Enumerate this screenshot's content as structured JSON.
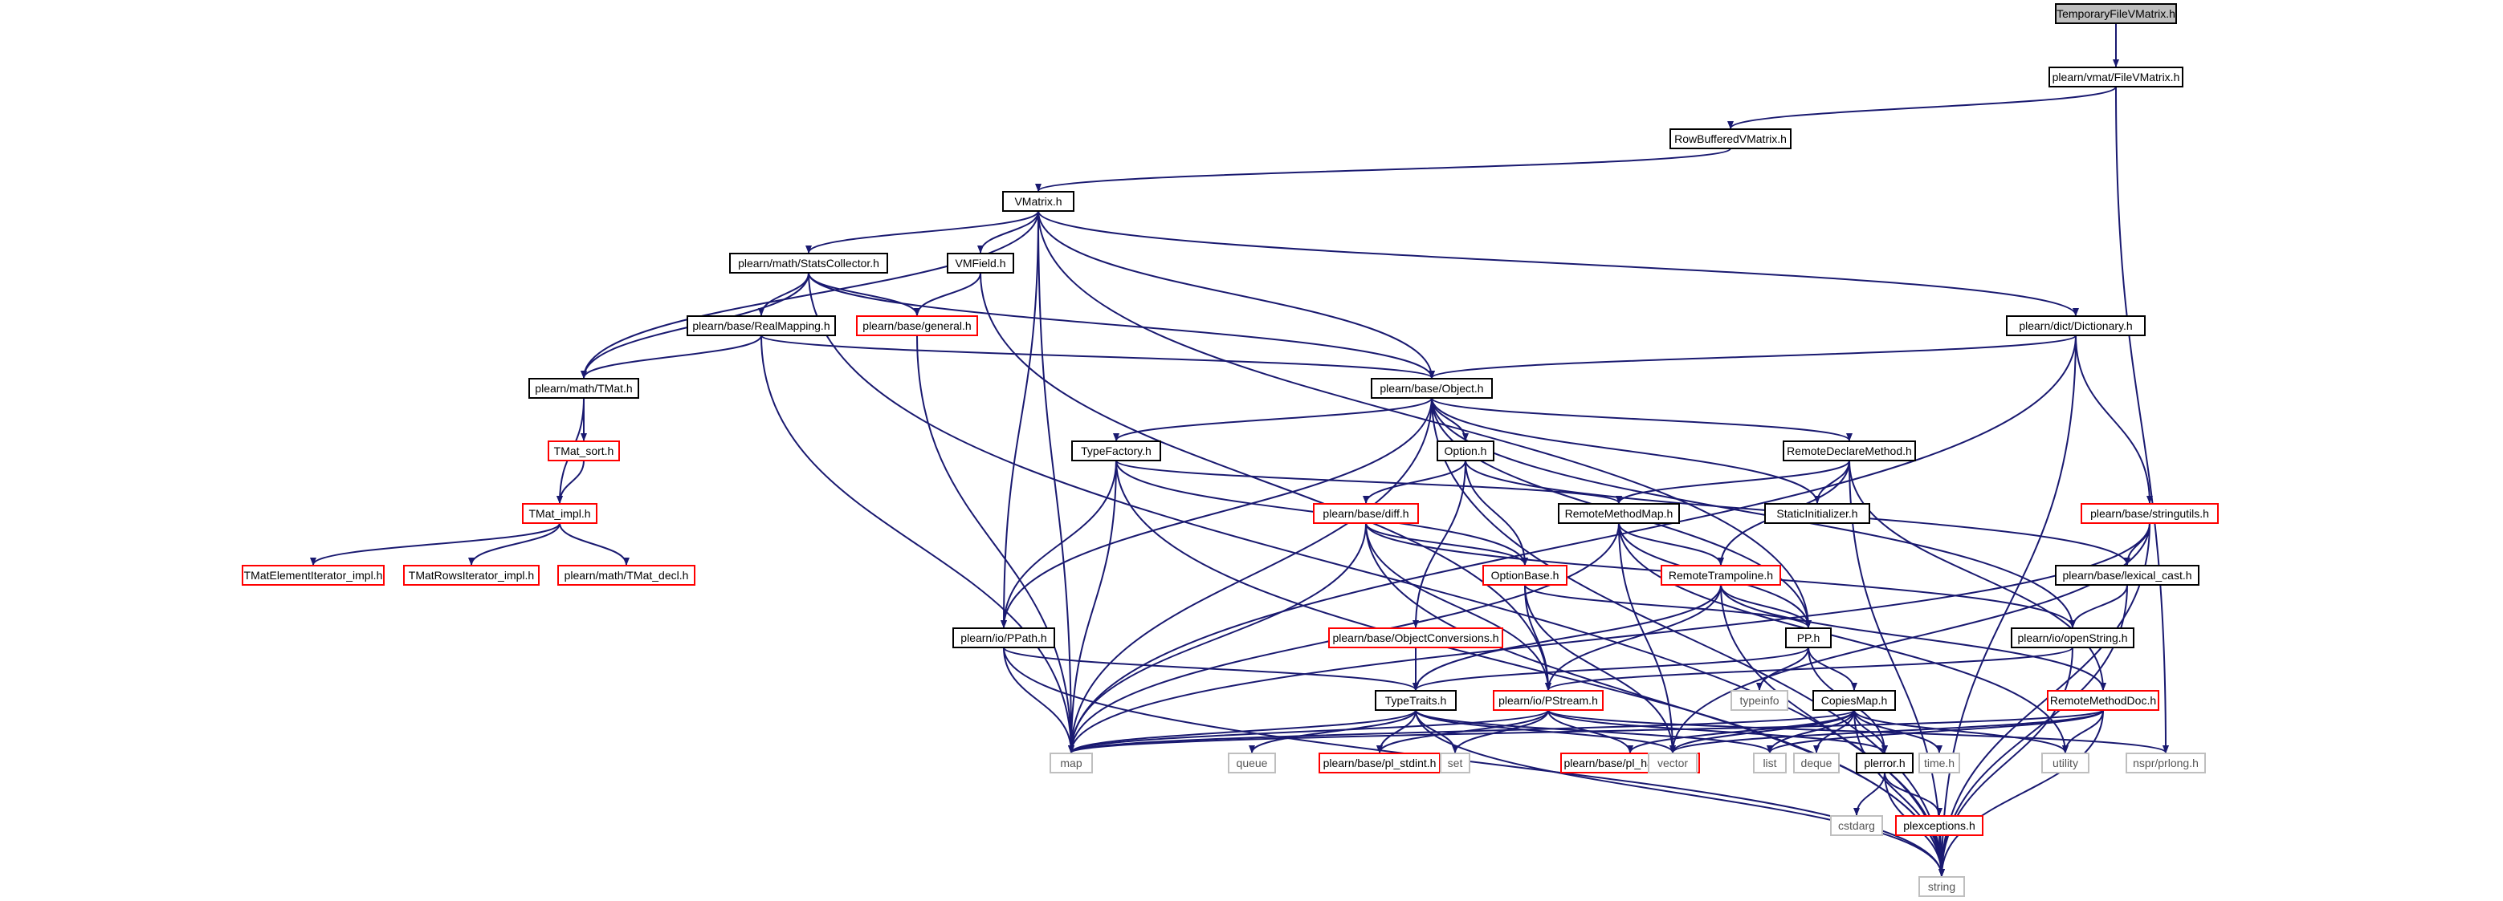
{
  "colors": {
    "edge": "#191970",
    "default_border": "#000000",
    "missing_border": "#ff0000",
    "system_border": "#bfbfbf",
    "root_fill": "#bfbfbf",
    "fill": "#ffffff",
    "text": "#000000",
    "system_text": "#555555"
  },
  "nodes": [
    {
      "id": "TemporaryFileVMatrix",
      "label": "TemporaryFileVMatrix.h",
      "kind": "root"
    },
    {
      "id": "FileVMatrix",
      "label": "plearn/vmat/FileVMatrix.h",
      "kind": "default"
    },
    {
      "id": "RowBufferedVMatrix",
      "label": "RowBufferedVMatrix.h",
      "kind": "default"
    },
    {
      "id": "VMatrix",
      "label": "VMatrix.h",
      "kind": "default"
    },
    {
      "id": "StatsCollector",
      "label": "plearn/math/StatsCollector.h",
      "kind": "default"
    },
    {
      "id": "VMField",
      "label": "VMField.h",
      "kind": "default"
    },
    {
      "id": "Dictionary",
      "label": "plearn/dict/Dictionary.h",
      "kind": "default"
    },
    {
      "id": "RealMapping",
      "label": "plearn/base/RealMapping.h",
      "kind": "default"
    },
    {
      "id": "general",
      "label": "plearn/base/general.h",
      "kind": "missing"
    },
    {
      "id": "TMat",
      "label": "plearn/math/TMat.h",
      "kind": "default"
    },
    {
      "id": "Object",
      "label": "plearn/base/Object.h",
      "kind": "default"
    },
    {
      "id": "TMat_sort",
      "label": "TMat_sort.h",
      "kind": "missing"
    },
    {
      "id": "TypeFactory",
      "label": "TypeFactory.h",
      "kind": "default"
    },
    {
      "id": "Option",
      "label": "Option.h",
      "kind": "default"
    },
    {
      "id": "RemoteDeclareMethod",
      "label": "RemoteDeclareMethod.h",
      "kind": "default"
    },
    {
      "id": "TMat_impl",
      "label": "TMat_impl.h",
      "kind": "missing"
    },
    {
      "id": "diff",
      "label": "plearn/base/diff.h",
      "kind": "missing"
    },
    {
      "id": "RemoteMethodMap",
      "label": "RemoteMethodMap.h",
      "kind": "default"
    },
    {
      "id": "StaticInitializer",
      "label": "StaticInitializer.h",
      "kind": "default"
    },
    {
      "id": "stringutils",
      "label": "plearn/base/stringutils.h",
      "kind": "missing"
    },
    {
      "id": "TMatElementIterator",
      "label": "TMatElementIterator_impl.h",
      "kind": "missing"
    },
    {
      "id": "TMatRowsIterator",
      "label": "TMatRowsIterator_impl.h",
      "kind": "missing"
    },
    {
      "id": "TMat_decl",
      "label": "plearn/math/TMat_decl.h",
      "kind": "missing"
    },
    {
      "id": "OptionBase",
      "label": "OptionBase.h",
      "kind": "missing"
    },
    {
      "id": "RemoteTrampoline",
      "label": "RemoteTrampoline.h",
      "kind": "missing"
    },
    {
      "id": "lexical_cast",
      "label": "plearn/base/lexical_cast.h",
      "kind": "default"
    },
    {
      "id": "PPath",
      "label": "plearn/io/PPath.h",
      "kind": "default"
    },
    {
      "id": "ObjectConversions",
      "label": "plearn/base/ObjectConversions.h",
      "kind": "missing"
    },
    {
      "id": "PP",
      "label": "PP.h",
      "kind": "default"
    },
    {
      "id": "openString",
      "label": "plearn/io/openString.h",
      "kind": "default"
    },
    {
      "id": "TypeTraits",
      "label": "TypeTraits.h",
      "kind": "default"
    },
    {
      "id": "PStream",
      "label": "plearn/io/PStream.h",
      "kind": "missing"
    },
    {
      "id": "typeinfo",
      "label": "typeinfo",
      "kind": "system"
    },
    {
      "id": "CopiesMap",
      "label": "CopiesMap.h",
      "kind": "default"
    },
    {
      "id": "RemoteMethodDoc",
      "label": "RemoteMethodDoc.h",
      "kind": "missing"
    },
    {
      "id": "map",
      "label": "map",
      "kind": "system"
    },
    {
      "id": "queue",
      "label": "queue",
      "kind": "system"
    },
    {
      "id": "pl_stdint",
      "label": "plearn/base/pl_stdint.h",
      "kind": "missing"
    },
    {
      "id": "set",
      "label": "set",
      "kind": "system"
    },
    {
      "id": "pl_hash_fun",
      "label": "plearn/base/pl_hash_fun.h",
      "kind": "missing"
    },
    {
      "id": "vector",
      "label": "vector",
      "kind": "system"
    },
    {
      "id": "list",
      "label": "list",
      "kind": "system"
    },
    {
      "id": "deque",
      "label": "deque",
      "kind": "system"
    },
    {
      "id": "plerror",
      "label": "plerror.h",
      "kind": "default"
    },
    {
      "id": "time",
      "label": "time.h",
      "kind": "system"
    },
    {
      "id": "utility",
      "label": "utility",
      "kind": "system"
    },
    {
      "id": "nspr",
      "label": "nspr/prlong.h",
      "kind": "system"
    },
    {
      "id": "cstdarg",
      "label": "cstdarg",
      "kind": "system"
    },
    {
      "id": "plexceptions",
      "label": "plexceptions.h",
      "kind": "missing"
    },
    {
      "id": "string",
      "label": "string",
      "kind": "system"
    }
  ],
  "edges": [
    [
      "TemporaryFileVMatrix",
      "FileVMatrix"
    ],
    [
      "FileVMatrix",
      "RowBufferedVMatrix"
    ],
    [
      "FileVMatrix",
      "nspr"
    ],
    [
      "RowBufferedVMatrix",
      "VMatrix"
    ],
    [
      "VMatrix",
      "StatsCollector"
    ],
    [
      "VMatrix",
      "VMField"
    ],
    [
      "VMatrix",
      "Dictionary"
    ],
    [
      "VMatrix",
      "TMat"
    ],
    [
      "VMatrix",
      "Object"
    ],
    [
      "VMatrix",
      "PPath"
    ],
    [
      "VMatrix",
      "PP"
    ],
    [
      "VMatrix",
      "map"
    ],
    [
      "StatsCollector",
      "RealMapping"
    ],
    [
      "StatsCollector",
      "general"
    ],
    [
      "StatsCollector",
      "TMat"
    ],
    [
      "StatsCollector",
      "Object"
    ],
    [
      "StatsCollector",
      "string"
    ],
    [
      "VMField",
      "general"
    ],
    [
      "VMField",
      "PStream"
    ],
    [
      "Dictionary",
      "Object"
    ],
    [
      "Dictionary",
      "stringutils"
    ],
    [
      "Dictionary",
      "map"
    ],
    [
      "Dictionary",
      "string"
    ],
    [
      "RealMapping",
      "TMat"
    ],
    [
      "RealMapping",
      "Object"
    ],
    [
      "RealMapping",
      "map"
    ],
    [
      "general",
      "map"
    ],
    [
      "TMat",
      "TMat_sort"
    ],
    [
      "TMat",
      "TMat_impl"
    ],
    [
      "TMat_sort",
      "TMat_impl"
    ],
    [
      "TMat_impl",
      "TMatElementIterator"
    ],
    [
      "TMat_impl",
      "TMatRowsIterator"
    ],
    [
      "TMat_impl",
      "TMat_decl"
    ],
    [
      "Object",
      "TypeFactory"
    ],
    [
      "Object",
      "Option"
    ],
    [
      "Object",
      "RemoteDeclareMethod"
    ],
    [
      "Object",
      "StaticInitializer"
    ],
    [
      "Object",
      "PPath"
    ],
    [
      "Object",
      "PP"
    ],
    [
      "Object",
      "openString"
    ],
    [
      "Object",
      "map"
    ],
    [
      "Object",
      "string"
    ],
    [
      "TypeFactory",
      "RemoteMethodMap"
    ],
    [
      "TypeFactory",
      "OptionBase"
    ],
    [
      "TypeFactory",
      "PPath"
    ],
    [
      "TypeFactory",
      "map"
    ],
    [
      "TypeFactory",
      "string"
    ],
    [
      "Option",
      "diff"
    ],
    [
      "Option",
      "OptionBase"
    ],
    [
      "Option",
      "ObjectConversions"
    ],
    [
      "Option",
      "lexical_cast"
    ],
    [
      "RemoteDeclareMethod",
      "RemoteMethodMap"
    ],
    [
      "RemoteDeclareMethod",
      "StaticInitializer"
    ],
    [
      "RemoteDeclareMethod",
      "RemoteTrampoline"
    ],
    [
      "RemoteDeclareMethod",
      "RemoteMethodDoc"
    ],
    [
      "RemoteDeclareMethod",
      "string"
    ],
    [
      "diff",
      "OptionBase"
    ],
    [
      "diff",
      "PStream"
    ],
    [
      "diff",
      "openString"
    ],
    [
      "diff",
      "map"
    ],
    [
      "diff",
      "string"
    ],
    [
      "RemoteMethodMap",
      "RemoteTrampoline"
    ],
    [
      "RemoteMethodMap",
      "PP"
    ],
    [
      "RemoteMethodMap",
      "vector"
    ],
    [
      "RemoteMethodMap",
      "utility"
    ],
    [
      "RemoteMethodMap",
      "map"
    ],
    [
      "stringutils",
      "lexical_cast"
    ],
    [
      "stringutils",
      "vector"
    ],
    [
      "stringutils",
      "map"
    ],
    [
      "stringutils",
      "string"
    ],
    [
      "OptionBase",
      "PP"
    ],
    [
      "OptionBase",
      "PStream"
    ],
    [
      "OptionBase",
      "vector"
    ],
    [
      "RemoteTrampoline",
      "TypeTraits"
    ],
    [
      "RemoteTrampoline",
      "PStream"
    ],
    [
      "RemoteTrampoline",
      "PP"
    ],
    [
      "RemoteTrampoline",
      "RemoteMethodDoc"
    ],
    [
      "RemoteTrampoline",
      "string"
    ],
    [
      "lexical_cast",
      "openString"
    ],
    [
      "lexical_cast",
      "string"
    ],
    [
      "PPath",
      "TypeTraits"
    ],
    [
      "PPath",
      "map"
    ],
    [
      "PPath",
      "string"
    ],
    [
      "ObjectConversions",
      "TypeTraits"
    ],
    [
      "PP",
      "typeinfo"
    ],
    [
      "PP",
      "CopiesMap"
    ],
    [
      "PP",
      "TypeTraits"
    ],
    [
      "PP",
      "plerror"
    ],
    [
      "openString",
      "PStream"
    ],
    [
      "openString",
      "string"
    ],
    [
      "TypeTraits",
      "map"
    ],
    [
      "TypeTraits",
      "queue"
    ],
    [
      "TypeTraits",
      "pl_stdint"
    ],
    [
      "TypeTraits",
      "set"
    ],
    [
      "TypeTraits",
      "vector"
    ],
    [
      "TypeTraits",
      "list"
    ],
    [
      "TypeTraits",
      "string"
    ],
    [
      "PStream",
      "map"
    ],
    [
      "PStream",
      "pl_stdint"
    ],
    [
      "PStream",
      "set"
    ],
    [
      "PStream",
      "pl_hash_fun"
    ],
    [
      "PStream",
      "plerror"
    ],
    [
      "PStream",
      "nspr"
    ],
    [
      "CopiesMap",
      "map"
    ],
    [
      "CopiesMap",
      "pl_hash_fun"
    ],
    [
      "CopiesMap",
      "vector"
    ],
    [
      "CopiesMap",
      "list"
    ],
    [
      "CopiesMap",
      "deque"
    ],
    [
      "CopiesMap",
      "plerror"
    ],
    [
      "CopiesMap",
      "time"
    ],
    [
      "CopiesMap",
      "utility"
    ],
    [
      "CopiesMap",
      "string"
    ],
    [
      "RemoteMethodDoc",
      "vector"
    ],
    [
      "RemoteMethodDoc",
      "list"
    ],
    [
      "RemoteMethodDoc",
      "utility"
    ],
    [
      "RemoteMethodDoc",
      "string"
    ],
    [
      "RemoteMethodDoc",
      "map"
    ],
    [
      "plerror",
      "cstdarg"
    ],
    [
      "plerror",
      "plexceptions"
    ],
    [
      "plerror",
      "string"
    ],
    [
      "plexceptions",
      "string"
    ]
  ]
}
